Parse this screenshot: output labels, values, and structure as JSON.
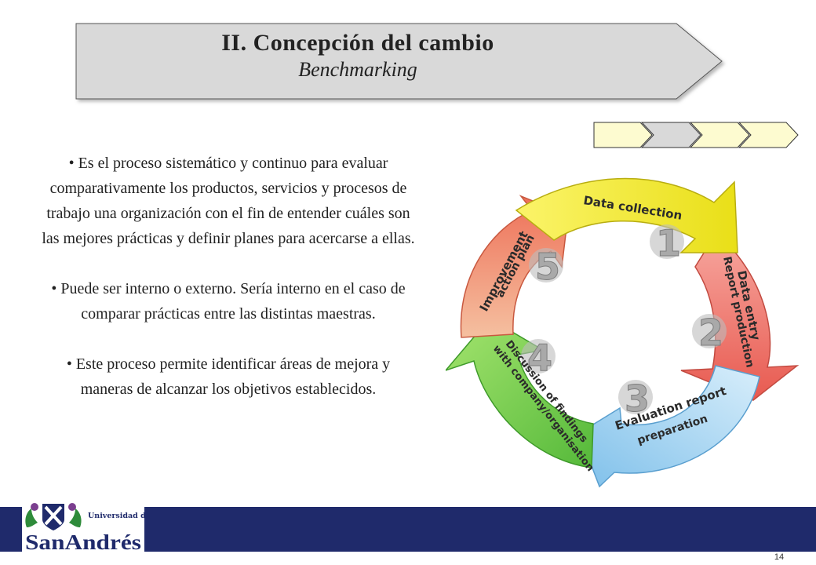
{
  "slide": {
    "title": "II. Concepción del cambio",
    "subtitle": "Benchmarking",
    "page_number": "14"
  },
  "bullets": [
    "• Es el proceso sistemático y continuo para evaluar comparativamente los productos, servicios y procesos de trabajo una organización con el fin de entender cuáles son las mejores prácticas y definir planes para acercarse a ellas.",
    "• Puede ser interno o externo.  Sería interno en el caso de comparar prácticas entre las distintas maestras.",
    "• Este proceso permite identificar áreas de mejora y maneras de alcanzar los objetivos establecidos."
  ],
  "cycle": {
    "steps": [
      {
        "number": "1",
        "line1": "Data collection",
        "line2": "",
        "color": "#f4ee3a"
      },
      {
        "number": "2",
        "line1": "Data entry",
        "line2": "Report production",
        "color": "#f07a6e"
      },
      {
        "number": "3",
        "line1": "Evaluation report",
        "line2": "preparation",
        "color": "#9fd2f0"
      },
      {
        "number": "4",
        "line1": "Discussion of findings",
        "line2": "with company/organisation",
        "color": "#7fd35a"
      },
      {
        "number": "5",
        "line1": "Improvement",
        "line2": "action plan",
        "color": "#f08a6e"
      }
    ]
  },
  "nav_progress": {
    "active_index": 1,
    "count": 4
  },
  "logo": {
    "line1": "Universidad de",
    "line2": "SanAndrés"
  },
  "colors": {
    "footer": "#1f2a6b",
    "banner": "#d9d9d9",
    "nav_inactive": "#fdfbd0",
    "nav_active": "#d9d9d9"
  }
}
